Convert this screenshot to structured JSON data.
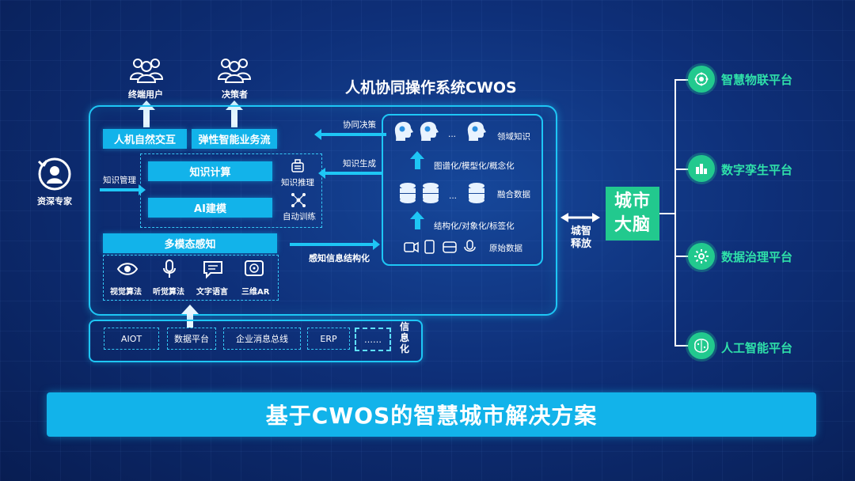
{
  "title": "人机协同操作系统CWOS",
  "banner": "基于CWOS的智慧城市解决方案",
  "users": {
    "terminal": "终端用户",
    "decision": "决策者",
    "expert": "资深专家"
  },
  "left": {
    "btn_interaction": "人机自然交互",
    "btn_workflow": "弹性智能业务流",
    "knowledge_mgmt": "知识管理",
    "btn_knowledge_compute": "知识计算",
    "btn_ai_modeling": "AI建模",
    "knowledge_reasoning": "知识推理",
    "auto_training": "自动训练",
    "btn_multimodal": "多模态感知",
    "modalities": [
      "视觉算法",
      "听觉算法",
      "文字语言",
      "三维AR"
    ]
  },
  "flows": {
    "collab_decision": "协同决策",
    "knowledge_gen": "知识生成",
    "perception_struct": "感知信息结构化"
  },
  "right_panel": {
    "domain_knowledge": "领域知识",
    "graph_model": "图谱化/模型化/概念化",
    "fused_data": "融合数据",
    "structuring": "结构化/对象化/标签化",
    "raw_data": "原始数据",
    "ellipsis": "..."
  },
  "bottom": {
    "items": [
      "AIOT",
      "数据平台",
      "企业消息总线",
      "ERP",
      "……"
    ],
    "info_label": "信息化"
  },
  "city_brain": {
    "label": "城市大脑",
    "release": "城智释放"
  },
  "platforms": [
    "智慧物联平台",
    "数字孪生平台",
    "数据治理平台",
    "人工智能平台"
  ],
  "colors": {
    "accent": "#1ec6f5",
    "button": "#12b3ea",
    "platform": "#22c98e",
    "platform_text": "#2fe0a9"
  }
}
